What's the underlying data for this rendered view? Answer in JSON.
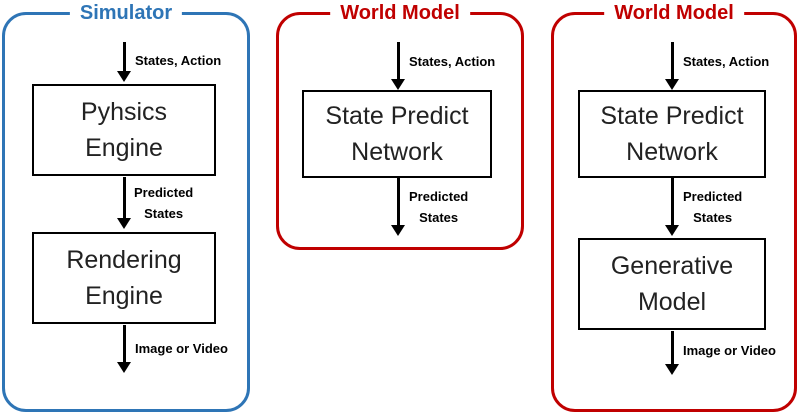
{
  "colors": {
    "simulator": "#2e75b6",
    "world_model": "#c00000"
  },
  "simulator": {
    "title": "Simulator",
    "input_label": "States, Action",
    "box1": {
      "line1": "Pyhsics",
      "line2": "Engine"
    },
    "mid_label": {
      "line1": "Predicted",
      "line2": "States"
    },
    "box2": {
      "line1": "Rendering",
      "line2": "Engine"
    },
    "output_label": "Image or Video"
  },
  "world_model_1": {
    "title": "World Model",
    "input_label": "States, Action",
    "box1": {
      "line1": "State Predict",
      "line2": "Network"
    },
    "output_label": {
      "line1": "Predicted",
      "line2": "States"
    }
  },
  "world_model_2": {
    "title": "World Model",
    "input_label": "States, Action",
    "box1": {
      "line1": "State Predict",
      "line2": "Network"
    },
    "mid_label": {
      "line1": "Predicted",
      "line2": "States"
    },
    "box2": {
      "line1": "Generative",
      "line2": "Model"
    },
    "output_label": "Image or Video"
  }
}
